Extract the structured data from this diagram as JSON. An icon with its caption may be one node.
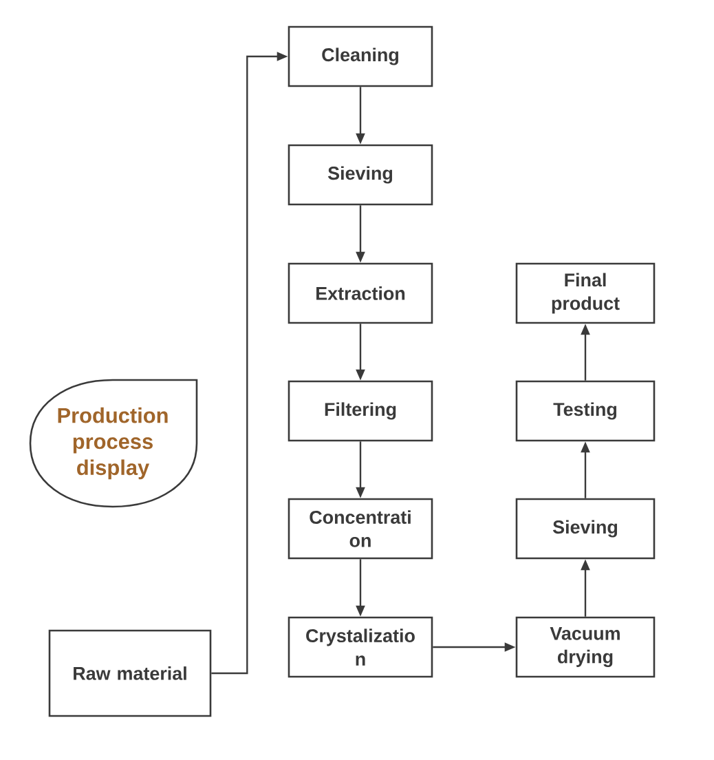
{
  "diagram": {
    "nodes": [
      {
        "text": [
          "Cleaning"
        ]
      },
      {
        "text": [
          "Sieving"
        ]
      },
      {
        "text": [
          "Extraction"
        ]
      },
      {
        "text": [
          "Final product"
        ]
      },
      {
        "text": [
          "Production process display"
        ]
      },
      {
        "text": [
          "Filtering"
        ]
      },
      {
        "text": [
          "Testing"
        ]
      },
      {
        "text": [
          "Concentrati on"
        ]
      },
      {
        "text": [
          "Sieving"
        ]
      },
      {
        "text": [
          "Raw material"
        ]
      },
      {
        "text": [
          "Crystalizatio n"
        ]
      },
      {
        "text": [
          "Vacuum drying"
        ]
      }
    ],
    "edges": [
      {
        "from": 9,
        "to": 0,
        "arrow": "to"
      },
      {
        "from": 0,
        "to": 1,
        "arrow": "to"
      },
      {
        "from": 1,
        "to": 2,
        "arrow": "to"
      },
      {
        "from": 2,
        "to": 5,
        "arrow": "to"
      },
      {
        "from": 5,
        "to": 7,
        "arrow": "to"
      },
      {
        "from": 7,
        "to": 10,
        "arrow": "to"
      },
      {
        "from": 10,
        "to": 11,
        "arrow": "to"
      },
      {
        "from": 11,
        "to": 8,
        "arrow": "to"
      },
      {
        "from": 8,
        "to": 6,
        "arrow": "to"
      },
      {
        "from": 6,
        "to": 3,
        "arrow": "to"
      }
    ]
  }
}
